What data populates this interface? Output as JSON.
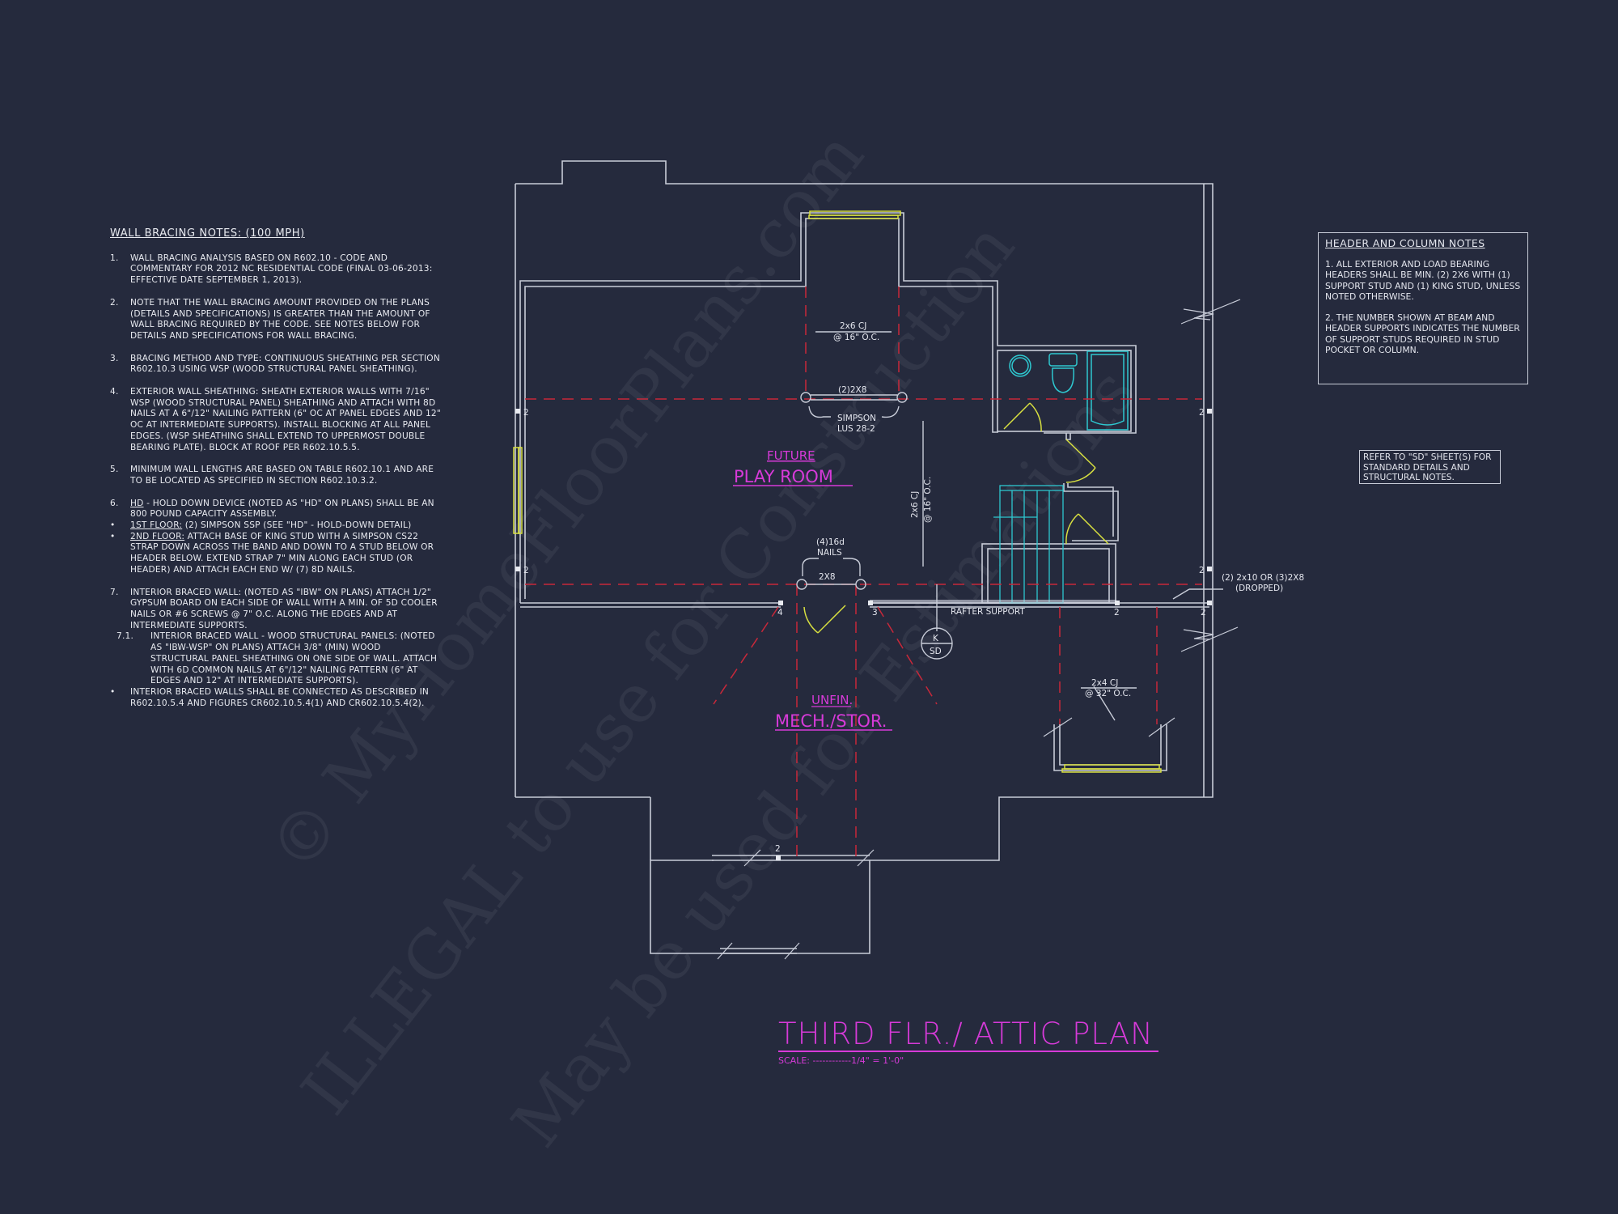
{
  "wall_bracing_notes": {
    "title": "WALL BRACING NOTES: (100 MPH)",
    "items": [
      {
        "num": "1.",
        "text": "WALL BRACING ANALYSIS BASED ON R602.10 - CODE AND COMMENTARY FOR 2012 NC RESIDENTIAL CODE (FINAL 03-06-2013: EFFECTIVE DATE SEPTEMBER 1, 2013)."
      },
      {
        "num": "2.",
        "text": "NOTE THAT THE WALL BRACING AMOUNT PROVIDED ON THE PLANS (DETAILS AND SPECIFICATIONS) IS GREATER THAN THE AMOUNT OF WALL BRACING REQUIRED BY THE CODE. SEE NOTES BELOW FOR DETAILS AND SPECIFICATIONS FOR WALL BRACING."
      },
      {
        "num": "3.",
        "text": "BRACING METHOD AND TYPE: CONTINUOUS SHEATHING PER SECTION R602.10.3 USING WSP (WOOD STRUCTURAL PANEL SHEATHING)."
      },
      {
        "num": "4.",
        "text": "EXTERIOR WALL SHEATHING: SHEATH EXTERIOR WALLS WITH 7/16\" WSP (WOOD STRUCTURAL PANEL) SHEATHING AND ATTACH WITH 8d NAILS AT A 6\"/12\" NAILING PATTERN (6\" OC AT PANEL EDGES AND 12\" OC AT INTERMEDIATE SUPPORTS). INSTALL BLOCKING AT ALL PANEL EDGES. (WSP SHEATHING SHALL EXTEND TO UPPERMOST DOUBLE BEARING PLATE). BLOCK AT ROOF PER R602.10.5.5."
      },
      {
        "num": "5.",
        "text": "MINIMUM WALL LENGTHS ARE BASED ON TABLE R602.10.1 AND ARE TO BE LOCATED AS SPECIFIED IN SECTION R602.10.3.2."
      },
      {
        "num": "6.",
        "lead": "HD",
        "text": " - HOLD DOWN DEVICE (NOTED AS \"HD\" ON PLANS) SHALL BE AN 800 POUND CAPACITY ASSEMBLY."
      },
      {
        "num": "•",
        "lead": "1ST FLOOR:",
        "text": " (2) SIMPSON SSP (SEE \"HD\" - HOLD-DOWN DETAIL)"
      },
      {
        "num": "•",
        "lead": "2ND FLOOR:",
        "text": " ATTACH BASE OF KING STUD WITH A SIMPSON CS22 STRAP DOWN ACROSS THE BAND AND DOWN TO A STUD BELOW OR HEADER BELOW.  EXTEND STRAP 7\" MIN ALONG EACH STUD (OR HEADER) AND ATTACH EACH END W/ (7) 8d NAILS."
      },
      {
        "num": "7.",
        "text": "INTERIOR BRACED WALL: (NOTED AS \"IBW\" ON PLANS) ATTACH 1/2\" GYPSUM BOARD ON EACH SIDE OF WALL WITH A MIN. OF 5d COOLER NAILS OR #6 SCREWS @ 7\" O.C. ALONG THE EDGES AND AT INTERMEDIATE SUPPORTS."
      },
      {
        "num": "7.1.",
        "text": "INTERIOR BRACED WALL - WOOD STRUCTURAL PANELS: (NOTED AS \"IBW-WSP\" ON PLANS) ATTACH 3/8\" (MIN) WOOD STRUCTURAL PANEL SHEATHING ON ONE SIDE OF WALL. ATTACH WITH 6d COMMON NAILS AT 6\"/12\" NAILING PATTERN (6\" AT EDGES AND 12\" AT INTERMEDIATE SUPPORTS)."
      },
      {
        "num": "•",
        "text": "INTERIOR BRACED WALLS SHALL BE CONNECTED AS DESCRIBED IN R602.10.5.4 AND FIGURES CR602.10.5.4(1) AND CR602.10.5.4(2)."
      }
    ]
  },
  "header_column_notes": {
    "title": "HEADER AND COLUMN NOTES",
    "items": [
      "1. ALL EXTERIOR AND LOAD BEARING HEADERS SHALL BE MIN. (2) 2x6 WITH (1) SUPPORT STUD AND (1) KING STUD, UNLESS NOTED OTHERWISE.",
      "2. THE NUMBER SHOWN AT BEAM AND HEADER SUPPORTS INDICATES THE NUMBER OF SUPPORT STUDS REQUIRED IN STUD POCKET OR COLUMN."
    ]
  },
  "sd_note": "REFER TO \"SD\" SHEET(S) FOR STANDARD DETAILS AND STRUCTURAL NOTES.",
  "plan": {
    "title": "THIRD FLR./ ATTIC PLAN",
    "scale": "SCALE: ------------1/4\" = 1'-0\"",
    "rooms": [
      {
        "line1": "FUTURE",
        "line2": "PLAY ROOM"
      },
      {
        "line1": "UNFIN.",
        "line2": "MECH./STOR."
      }
    ],
    "labels": {
      "cj_top_1": "2x6 CJ",
      "cj_top_2": "@ 16\" O.C.",
      "beam_top": "(2)2X8",
      "hanger_1": "SIMPSON",
      "hanger_2": "LUS 28-2",
      "cj_mid_1": "2x6 CJ",
      "cj_mid_2": "@ 16\" O.C.",
      "nails_1": "(4)16d",
      "nails_2": "NAILS",
      "beam_mid": "2X8",
      "rafter_support": "RAFTER SUPPORT",
      "dropped_1": "(2) 2x10 OR (3)2X8",
      "dropped_2": "(DROPPED)",
      "cj_low_1": "2x4 CJ",
      "cj_low_2": "@ 32\" O.C.",
      "section_top": "K",
      "section_bottom": "SD"
    },
    "stud_counts": [
      "2",
      "2",
      "2",
      "2",
      "4",
      "3",
      "2",
      "2",
      "2"
    ]
  },
  "watermark": {
    "line1": "© MyHomeFloorPlans.com",
    "line2": "ILLEGAL to use for Construction",
    "line3": "May be used for Estimations"
  },
  "colors": {
    "background": "#252a3d",
    "wall": "#c8ccd8",
    "room_label": "#d63ad8",
    "beam_dash": "#c8283a",
    "fixture": "#2ec8d0",
    "window_door": "#d8e040"
  }
}
